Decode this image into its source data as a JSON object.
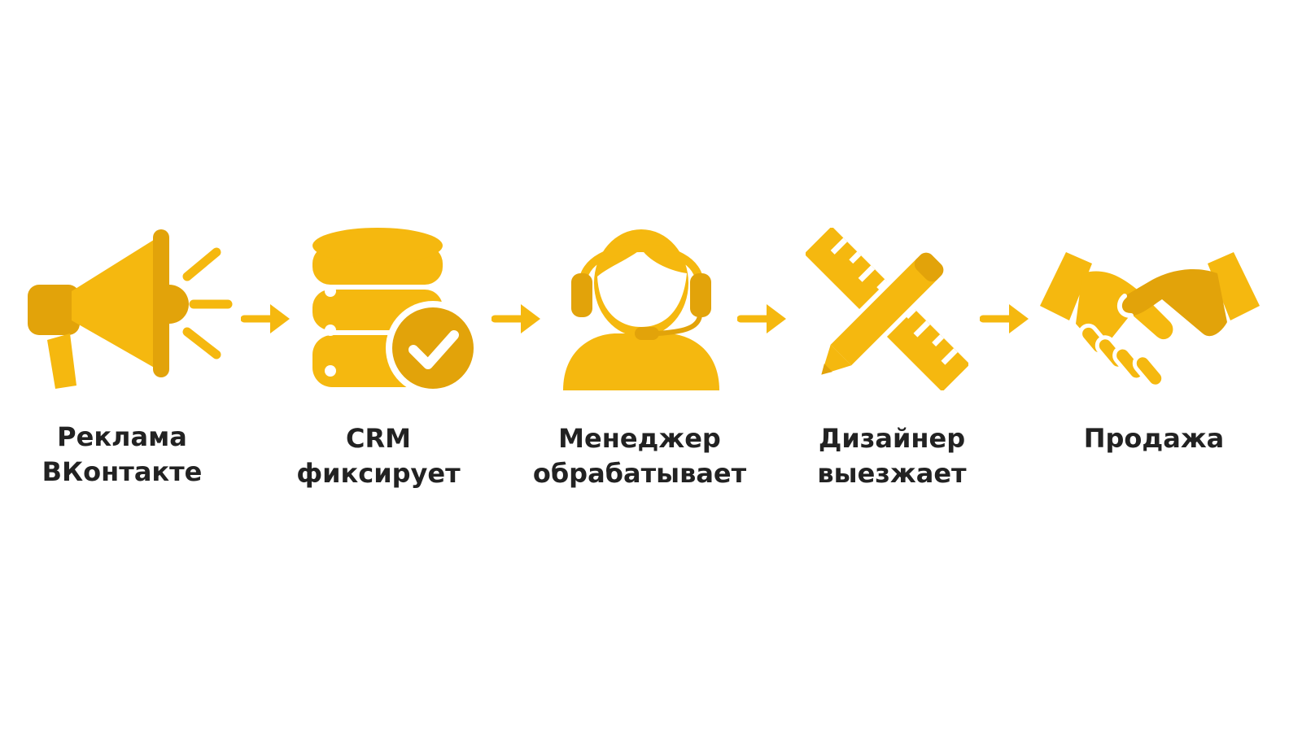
{
  "colors": {
    "primary": "#F5B80F",
    "dark": "#E2A30A",
    "text": "#222222",
    "background": "#FFFFFF"
  },
  "steps": [
    {
      "icon": "megaphone-icon",
      "lines": [
        "Реклама",
        "ВКонтакте"
      ]
    },
    {
      "icon": "database-check-icon",
      "lines": [
        "CRM",
        "фиксирует"
      ]
    },
    {
      "icon": "headset-operator-icon",
      "lines": [
        "Менеджер",
        "обрабатывает"
      ]
    },
    {
      "icon": "pencil-ruler-icon",
      "lines": [
        "Дизайнер",
        "выезжает"
      ]
    },
    {
      "icon": "handshake-icon",
      "lines": [
        "Продажа"
      ]
    }
  ]
}
